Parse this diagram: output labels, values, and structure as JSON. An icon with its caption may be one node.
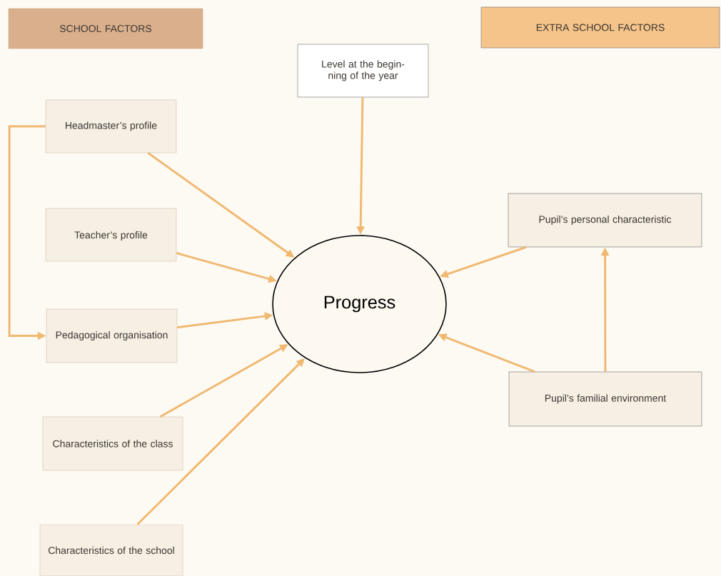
{
  "diagram": {
    "nodes": [
      {
        "text": [
          "SCHOOL FACTORS"
        ]
      },
      {
        "text": [
          "EXTRA SCHOOL FACTORS"
        ]
      },
      {
        "text": [
          "Level at the begin- ning of the year"
        ]
      },
      {
        "text": [
          "Headmaster’s profile"
        ]
      },
      {
        "text": [
          "Teacher’s profile"
        ]
      },
      {
        "text": [
          "Pedagogical organisation"
        ]
      },
      {
        "text": [
          "Characteristics of the class"
        ]
      },
      {
        "text": [
          "Characteristics of the school"
        ]
      },
      {
        "text": [
          "Progress"
        ]
      },
      {
        "text": [
          "Pupil’s personal characteristic"
        ]
      },
      {
        "text": [
          "Pupil’s familial environment"
        ]
      }
    ],
    "edges": [
      {
        "from": 3,
        "to": 5,
        "arrow": "to"
      },
      {
        "from": 2,
        "to": 8,
        "arrow": "to"
      },
      {
        "from": 3,
        "to": 8,
        "arrow": "to"
      },
      {
        "from": 4,
        "to": 8,
        "arrow": "to"
      },
      {
        "from": 5,
        "to": 8,
        "arrow": "to"
      },
      {
        "from": 6,
        "to": 8,
        "arrow": "to"
      },
      {
        "from": 7,
        "to": 8,
        "arrow": "to"
      },
      {
        "from": 9,
        "to": 8,
        "arrow": "to"
      },
      {
        "from": 10,
        "to": 8,
        "arrow": "to"
      },
      {
        "from": 10,
        "to": 9,
        "arrow": "to"
      }
    ]
  }
}
